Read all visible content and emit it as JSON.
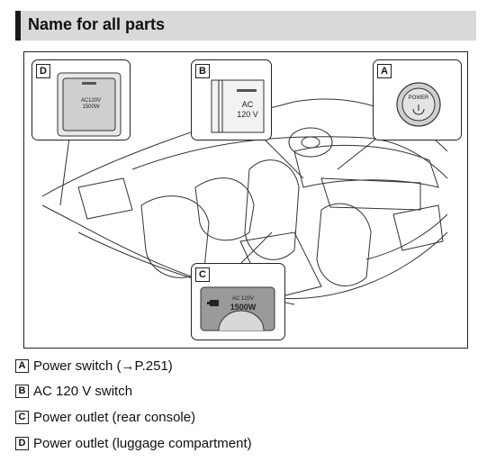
{
  "header": {
    "title": "Name for all parts"
  },
  "insets": {
    "a": {
      "tag": "A",
      "button_text": "POWER"
    },
    "b": {
      "tag": "B",
      "switch_line1": "AC",
      "switch_line2": "120 V"
    },
    "c": {
      "tag": "C",
      "outlet_line1": "AC 120V",
      "outlet_line2": "1500W"
    },
    "d": {
      "tag": "D",
      "outlet_line1": "AC120V",
      "outlet_line2": "1500W"
    }
  },
  "legend": [
    {
      "tag": "A",
      "text": "Power switch (→P.251)"
    },
    {
      "tag": "B",
      "text": "AC 120 V switch"
    },
    {
      "tag": "C",
      "text": "Power outlet (rear console)"
    },
    {
      "tag": "D",
      "text": "Power outlet (luggage compartment)"
    }
  ]
}
